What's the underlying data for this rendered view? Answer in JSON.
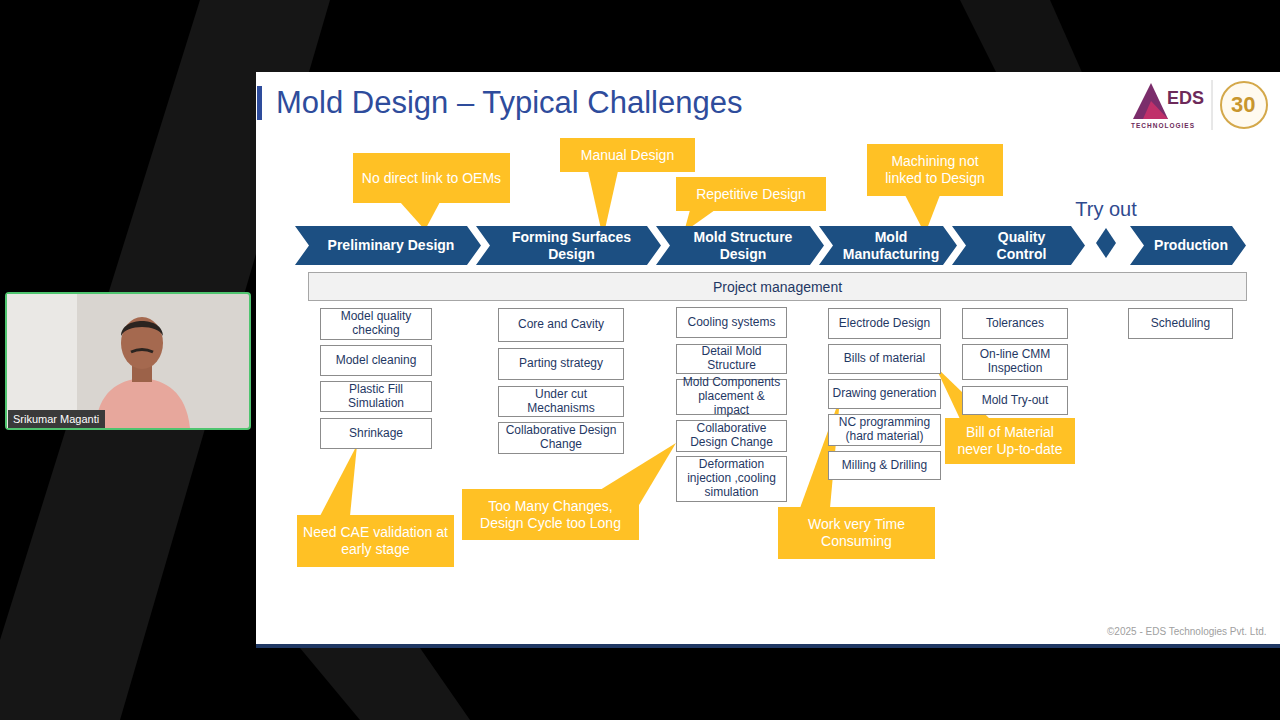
{
  "diagram": {
    "title": "Mold Design – Typical Challenges",
    "nodes": [
      {
        "text": [
          "No direct link to OEMs"
        ]
      },
      {
        "text": [
          "Manual Design"
        ]
      },
      {
        "text": [
          "Repetitive Design"
        ]
      },
      {
        "text": [
          "Machining not linked to Design"
        ]
      },
      {
        "text": [
          "Preliminary Design"
        ]
      },
      {
        "text": [
          "Forming Surfaces Design"
        ]
      },
      {
        "text": [
          "Mold Structure Design"
        ]
      },
      {
        "text": [
          "Mold Manufacturing"
        ]
      },
      {
        "text": [
          "Quality Control"
        ]
      },
      {
        "text": [
          "Try out"
        ]
      },
      {
        "text": [
          "Production"
        ]
      },
      {
        "text": [
          "Project management"
        ]
      },
      {
        "text": [
          "Model quality checking"
        ]
      },
      {
        "text": [
          "Model cleaning"
        ]
      },
      {
        "text": [
          "Plastic Fill Simulation"
        ]
      },
      {
        "text": [
          "Shrinkage"
        ]
      },
      {
        "text": [
          "Core and Cavity"
        ]
      },
      {
        "text": [
          "Parting strategy"
        ]
      },
      {
        "text": [
          "Under cut Mechanisms"
        ]
      },
      {
        "text": [
          "Collaborative Design Change"
        ]
      },
      {
        "text": [
          "Cooling systems"
        ]
      },
      {
        "text": [
          "Detail Mold Structure"
        ]
      },
      {
        "text": [
          "Mold Components placement & impact"
        ]
      },
      {
        "text": [
          "Collaborative Design Change"
        ]
      },
      {
        "text": [
          "Deformation injection ,cooling simulation"
        ]
      },
      {
        "text": [
          "Electrode Design"
        ]
      },
      {
        "text": [
          "Bills of material"
        ]
      },
      {
        "text": [
          "Drawing generation"
        ]
      },
      {
        "text": [
          "NC programming (hard material)"
        ]
      },
      {
        "text": [
          "Milling & Drilling"
        ]
      },
      {
        "text": [
          "Tolerances"
        ]
      },
      {
        "text": [
          "On-line CMM Inspection"
        ]
      },
      {
        "text": [
          "Mold Try-out"
        ]
      },
      {
        "text": [
          "Scheduling"
        ]
      },
      {
        "text": [
          "Need CAE validation at early stage"
        ]
      },
      {
        "text": [
          "Too Many Changes, Design Cycle too Long"
        ]
      },
      {
        "text": [
          "Work very Time Consuming"
        ]
      },
      {
        "text": [
          "Bill of Material never Up-to-date"
        ]
      },
      {
        "text": [
          "Srikumar Maganti"
        ]
      }
    ],
    "labels": [
      "EDS",
      "TECHNOLOGIES",
      "30",
      "©2025 - EDS Technologies Pvt. Ltd."
    ]
  }
}
